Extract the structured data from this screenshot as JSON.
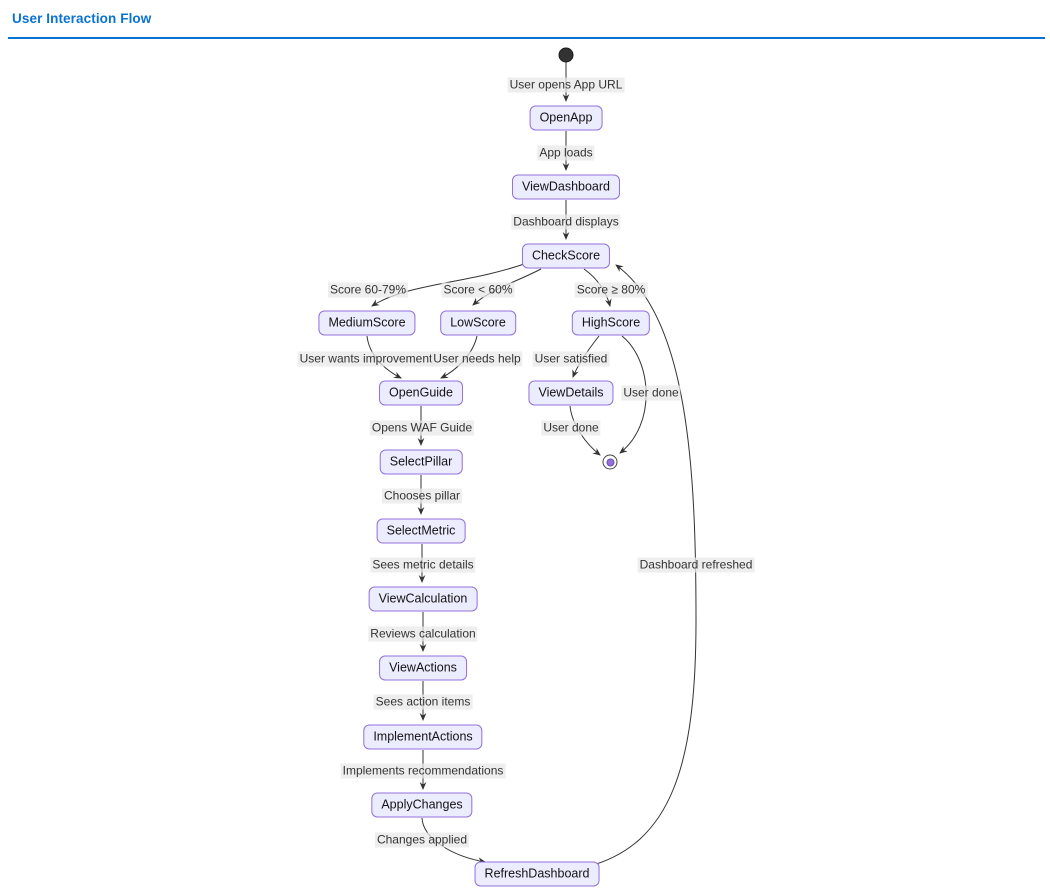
{
  "page": {
    "title": "User Interaction Flow"
  },
  "diagram": {
    "type": "state-diagram",
    "colors": {
      "title_accent": "#0972d3",
      "node_fill": "#ECECFF",
      "node_border": "#9370DB",
      "edge_stroke": "#333333",
      "final_dot": "#9370DB",
      "edge_label_bg": "#e8e8e8"
    },
    "nodes": {
      "openApp": "OpenApp",
      "viewDashboard": "ViewDashboard",
      "checkScore": "CheckScore",
      "mediumScore": "MediumScore",
      "lowScore": "LowScore",
      "highScore": "HighScore",
      "openGuide": "OpenGuide",
      "viewDetails": "ViewDetails",
      "selectPillar": "SelectPillar",
      "selectMetric": "SelectMetric",
      "viewCalculation": "ViewCalculation",
      "viewActions": "ViewActions",
      "implementActions": "ImplementActions",
      "applyChanges": "ApplyChanges",
      "refreshDashboard": "RefreshDashboard"
    },
    "edge_labels": {
      "user_opens_app_url": "User opens App URL",
      "app_loads": "App loads",
      "dashboard_displays": "Dashboard displays",
      "score_medium": "Score 60-79%",
      "score_low": "Score < 60%",
      "score_high": "Score ≥ 80%",
      "user_wants_improvement": "User wants improvement",
      "user_needs_help": "User needs help",
      "user_satisfied": "User satisfied",
      "user_done_right": "User done",
      "user_done_left": "User done",
      "opens_waf_guide": "Opens WAF Guide",
      "chooses_pillar": "Chooses pillar",
      "sees_metric_details": "Sees metric details",
      "dashboard_refreshed": "Dashboard refreshed",
      "reviews_calculation": "Reviews calculation",
      "sees_action_items": "Sees action items",
      "implements_recommendations": "Implements recommendations",
      "changes_applied": "Changes applied"
    }
  }
}
